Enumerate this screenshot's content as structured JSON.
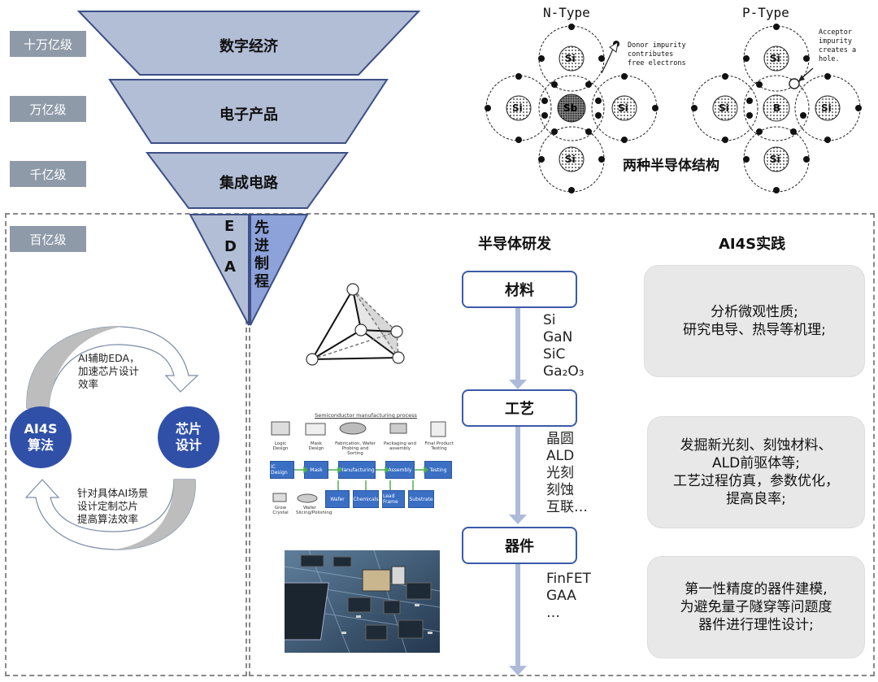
{
  "levels": [
    "十万亿级",
    "万亿级",
    "千亿级",
    "百亿级"
  ],
  "funnel": {
    "tier1": "数字经济",
    "tier2": "电子产品",
    "tier3": "集成电路",
    "eda_chars": [
      "E",
      "D",
      "A"
    ],
    "process_chars": [
      "先",
      "进",
      "制",
      "程"
    ]
  },
  "semiconductor": {
    "n_type_title": "N-Type",
    "p_type_title": "P-Type",
    "donor_note": [
      "Donor impurity",
      "contributes",
      "free electrons"
    ],
    "acceptor_note": [
      "Acceptor",
      "impurity",
      "creates a",
      "hole."
    ],
    "atom_si": "Si",
    "atom_sb": "Sb",
    "atom_b": "B",
    "caption": "两种半导体结构"
  },
  "cycle": {
    "ai4s_circle": [
      "AI4S",
      "算法"
    ],
    "chip_circle": [
      "芯片",
      "设计"
    ],
    "top_text": [
      "AI辅助EDA，",
      "加速芯片设计",
      "效率"
    ],
    "bottom_text": [
      "针对具体AI场景",
      "设计定制芯片",
      "提高算法效率"
    ]
  },
  "manufacturing": {
    "title": "Semiconductor manufacturing process",
    "top_labels": [
      "Logic Design",
      "Mask Design",
      "Fabrication, Wafer Probing and Sorting",
      "Packaging and assembly",
      "Final Product Testing"
    ],
    "steps": [
      "IC Design",
      "Mask",
      "Manufacturing",
      "Assembly",
      "Testing"
    ],
    "inputs": [
      "Wafer",
      "Chemicals",
      "Lead Frame",
      "Substrate"
    ],
    "bottom_labels": [
      "Grow Crystal",
      "Wafer Slicing/Polishing"
    ]
  },
  "research": {
    "heading": "半导体研发",
    "stages": [
      {
        "name": "材料",
        "items": [
          "Si",
          "GaN",
          "SiC",
          "Ga₂O₃"
        ]
      },
      {
        "name": "工艺",
        "items": [
          "晶圆",
          "ALD",
          "光刻",
          "刻蚀",
          "互联…"
        ]
      },
      {
        "name": "器件",
        "items": [
          "FinFET",
          "GAA",
          "…"
        ]
      }
    ]
  },
  "practice": {
    "heading": "AI4S实践",
    "boxes": [
      [
        "分析微观性质;",
        "研究电导、热导等机理;"
      ],
      [
        "发掘新光刻、刻蚀材料、",
        "ALD前驱体等;",
        "工艺过程仿真，参数优化，",
        "提高良率;"
      ],
      [
        "第一性精度的器件建模,",
        "为避免量子隧穿等问题度",
        "器件进行理性设计;"
      ]
    ]
  },
  "colors": {
    "funnel_fill": "#b2bed6",
    "funnel_stroke": "#3c4f86",
    "process_fill": "#8da2d8",
    "level_tag": "#8e9aa8",
    "flow_border": "#3b5aa8",
    "circle_fill": "#3050a8",
    "arrow_fill": "#aebbd8"
  }
}
